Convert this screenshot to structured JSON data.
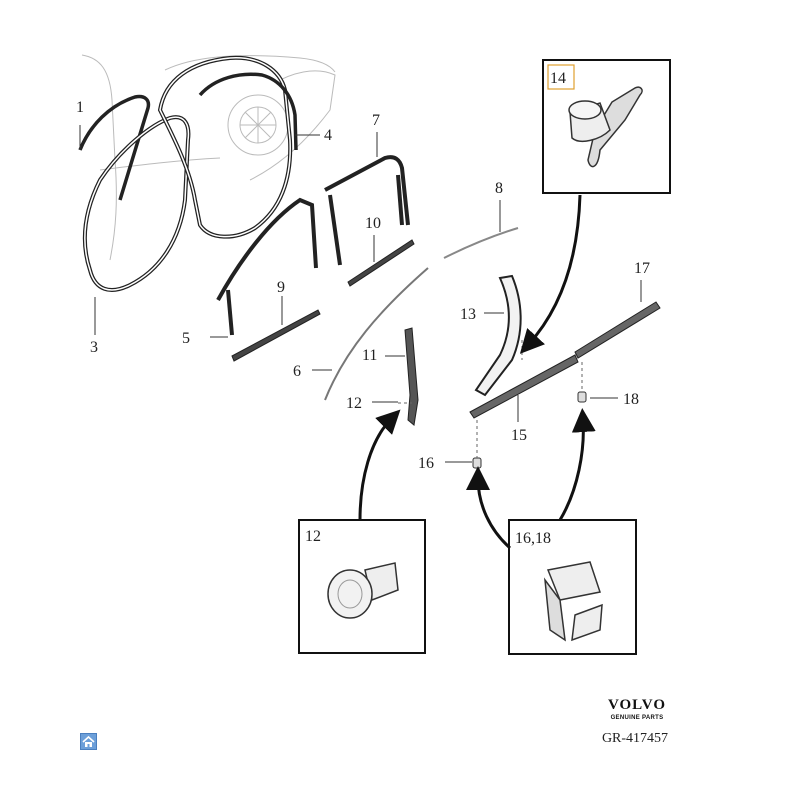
{
  "callouts": {
    "c1": "1",
    "c3": "3",
    "c4": "4",
    "c5": "5",
    "c6": "6",
    "c7": "7",
    "c8": "8",
    "c9": "9",
    "c10": "10",
    "c11": "11",
    "c12": "12",
    "c13": "13",
    "c15": "15",
    "c16": "16",
    "c17": "17",
    "c18": "18"
  },
  "detail_boxes": {
    "box14": "14",
    "box12": "12",
    "box1618": "16,18"
  },
  "brand": {
    "name": "VOLVO",
    "subtitle": "GENUINE PARTS"
  },
  "reference": "GR-417457",
  "icons": {
    "home": "home-icon"
  }
}
